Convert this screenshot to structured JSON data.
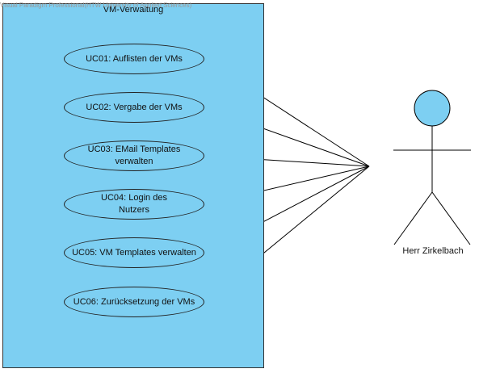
{
  "watermark": "Visual Paradigm Professional(HTW University of Applied Sciences)",
  "system": {
    "title": "VM-Verwaltung"
  },
  "use_cases": [
    {
      "id": "UC01",
      "label": "UC01: Auflisten der VMs"
    },
    {
      "id": "UC02",
      "label": "UC02: Vergabe der VMs"
    },
    {
      "id": "UC03",
      "label": "UC03: EMail Templates verwalten"
    },
    {
      "id": "UC04",
      "label": "UC04: Login des Nutzers"
    },
    {
      "id": "UC05",
      "label": "UC05: VM Templates verwalten"
    },
    {
      "id": "UC06",
      "label": "UC06: Zurücksetzung der VMs"
    }
  ],
  "actor": {
    "name": "Herr Zirkelbach",
    "head_color": "#7dcff2"
  },
  "colors": {
    "system_fill": "#7dcff2",
    "stroke": "#000000"
  }
}
